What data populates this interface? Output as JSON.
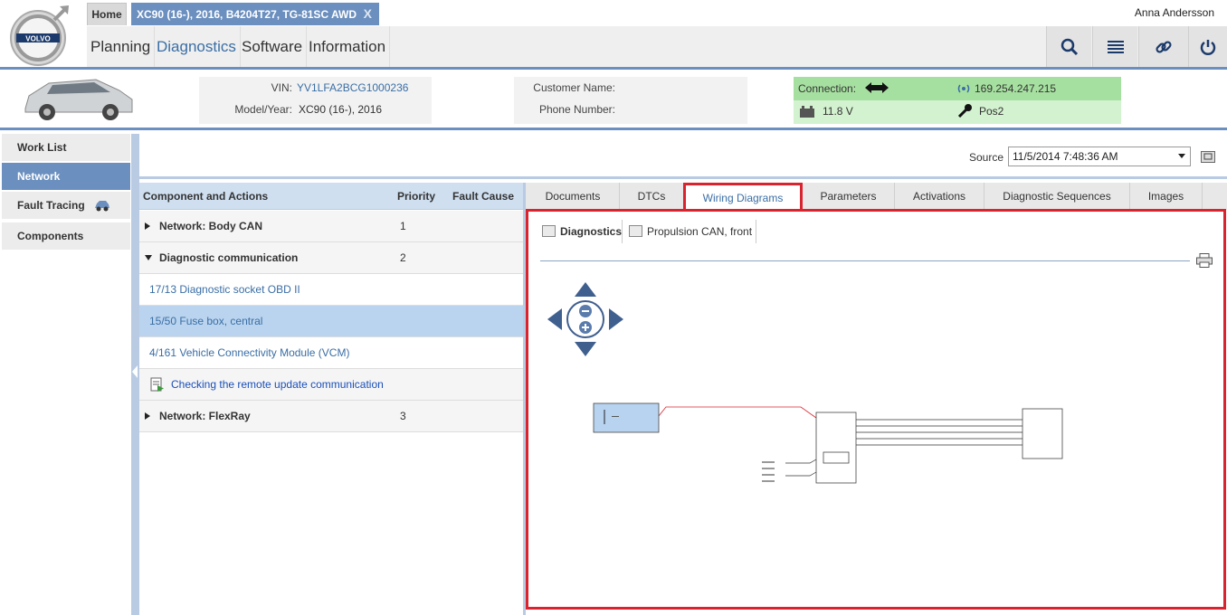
{
  "header": {
    "brand": "VOLVO",
    "home_tab": "Home",
    "vehicle_tab": "XC90 (16-), 2016, B4204T27, TG-81SC AWD",
    "close_tab": "X",
    "user": "Anna Andersson",
    "nav": [
      "Planning",
      "Diagnostics",
      "Software",
      "Information"
    ],
    "active_nav": "Diagnostics",
    "icons": [
      "search-icon",
      "menu-icon",
      "link-icon",
      "power-icon"
    ]
  },
  "vehicle": {
    "vin_label": "VIN:",
    "vin": "YV1LFA2BCG1000236",
    "model_label": "Model/Year:",
    "model": "XC90 (16-), 2016",
    "customer_label": "Customer Name:",
    "phone_label": "Phone Number:",
    "connection_label": "Connection:",
    "ip": "169.254.247.215",
    "voltage": "11.8 V",
    "key_position": "Pos2"
  },
  "sidebar": {
    "items": [
      "Work List",
      "Network",
      "Fault Tracing",
      "Components"
    ],
    "active": "Network"
  },
  "source": {
    "label": "Source",
    "value": "11/5/2014 7:48:36 AM"
  },
  "table": {
    "headers": [
      "Component and Actions",
      "Priority",
      "Fault Cause"
    ],
    "rows": [
      {
        "label": "Network: Body CAN",
        "priority": "1"
      },
      {
        "label": "Diagnostic communication",
        "priority": "2"
      },
      {
        "label": "17/13 Diagnostic socket OBD II"
      },
      {
        "label": "15/50 Fuse box, central"
      },
      {
        "label": "4/161 Vehicle Connectivity Module (VCM)"
      },
      {
        "label": "Checking the remote update communication"
      },
      {
        "label": "Network: FlexRay",
        "priority": "3"
      }
    ]
  },
  "tabs": {
    "items": [
      "Documents",
      "DTCs",
      "Wiring Diagrams",
      "Parameters",
      "Activations",
      "Diagnostic Sequences",
      "Images"
    ],
    "active": "Wiring Diagrams"
  },
  "diagram": {
    "subtabs": [
      "Diagnostics",
      "Propulsion CAN, front"
    ],
    "active_subtab": "Diagnostics"
  },
  "colors": {
    "accent": "#6b8fbf",
    "highlight": "#d9232e",
    "connection_bg": "#a6e0a0",
    "selected_row": "#bad4ef"
  }
}
